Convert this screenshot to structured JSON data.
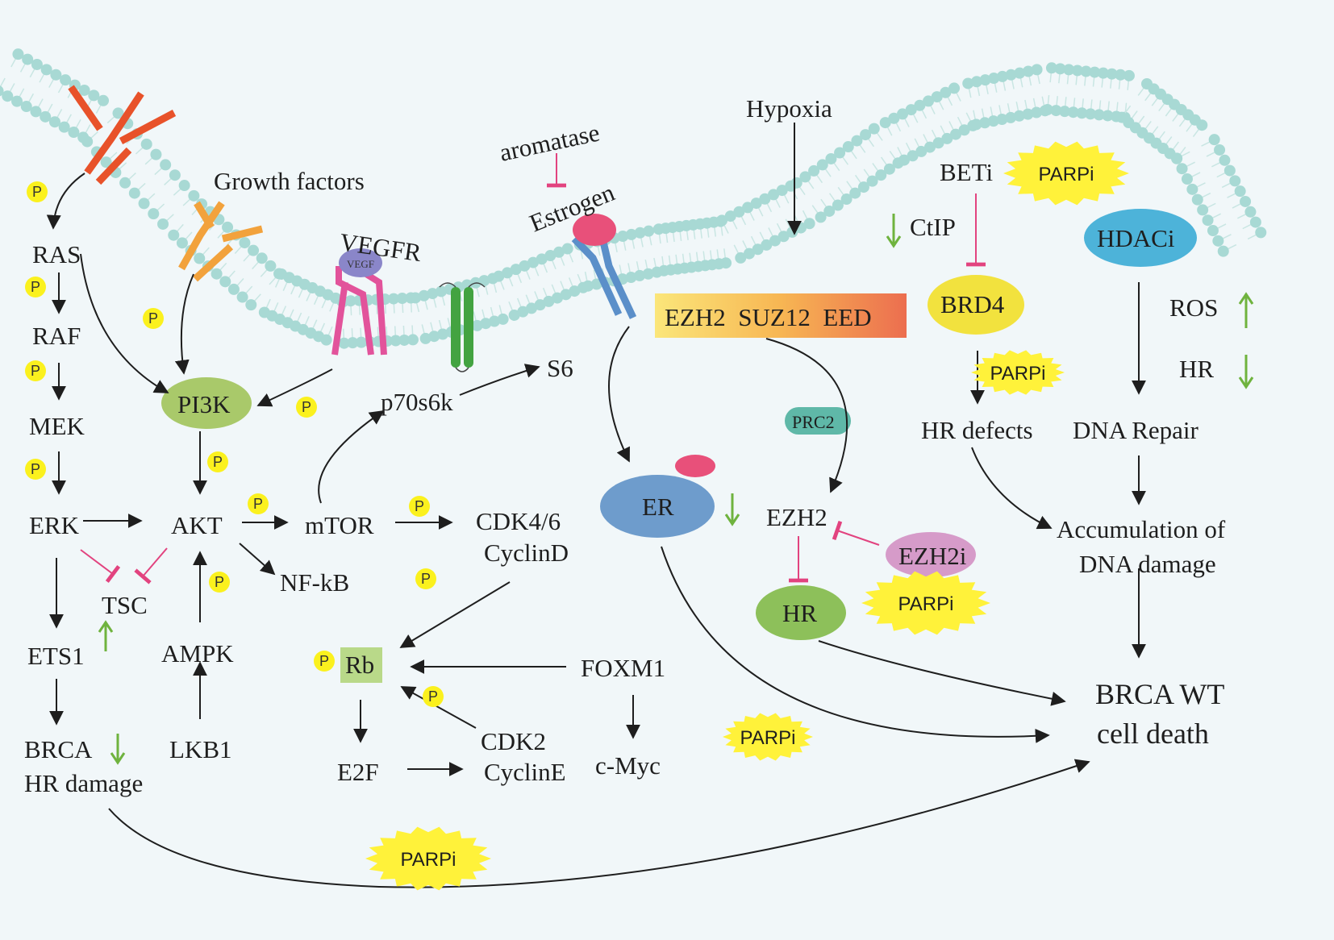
{
  "labels": {
    "ras": "RAS",
    "raf": "RAF",
    "mek": "MEK",
    "erk": "ERK",
    "ets1": "ETS1",
    "brca": "BRCA",
    "hr_damage": "HR damage",
    "tsc": "TSC",
    "akt": "AKT",
    "ampk": "AMPK",
    "lkb1": "LKB1",
    "pi3k": "PI3K",
    "growth_factors": "Growth factors",
    "vegfr": "VEGFR",
    "vegf": "VEGF",
    "mtor": "mTOR",
    "nfkb": "NF-kB",
    "p70s6k": "p70s6k",
    "s6": "S6",
    "cdk46": "CDK4/6",
    "cyclind": "CyclinD",
    "rb": "Rb",
    "foxm1": "FOXM1",
    "e2f": "E2F",
    "cdk2": "CDK2",
    "cycline": "CyclinE",
    "cmyc": "c-Myc",
    "aromatase": "aromatase",
    "estrogen": "Estrogen",
    "er": "ER",
    "hypoxia": "Hypoxia",
    "ezh2_complex": "EZH2  SUZ12  EED",
    "prc2": "PRC2",
    "ezh2": "EZH2",
    "ezh2i": "EZH2i",
    "hr": "HR",
    "beti": "BETi",
    "ctip": "CtIP",
    "brd4": "BRD4",
    "hr_defects": "HR defects",
    "hdaci": "HDACi",
    "ros": "ROS",
    "hr_right": "HR",
    "dna_repair": "DNA Repair",
    "accum_line1": "Accumulation of",
    "accum_line2": "DNA damage",
    "brca_wt_line1": "BRCA WT",
    "brca_wt_line2": "cell death",
    "phospho": "P"
  },
  "parpi": {
    "label": "PARPi"
  },
  "colors": {
    "membrane": "#a8d9d4",
    "membrane_tail": "#c9e6e3",
    "receptor_red": "#e8522a",
    "receptor_orange": "#f2a23c",
    "receptor_pink": "#e2539b",
    "receptor_blue": "#5b8fc9",
    "receptor_green": "#43a341",
    "pi3k": "#a9c96a",
    "er": "#6e9ccc",
    "brd4": "#f2e23e",
    "hdaci": "#4db3d9",
    "hr_green": "#8dc05a",
    "ezh2i": "#d69bc9",
    "prc2": "#5fb8a8",
    "burst": "#fff23a",
    "phospho": "#fbf11e",
    "inhibit": "#e2437f",
    "up_down": "#6fb33e",
    "rb_box": "#b9d989",
    "estrogen_ball": "#e8507a"
  }
}
